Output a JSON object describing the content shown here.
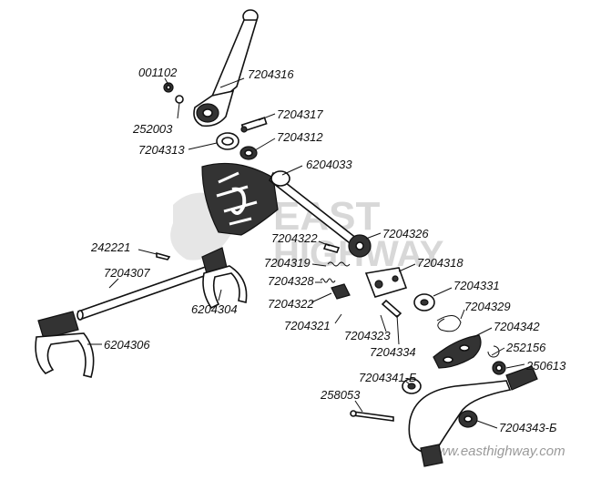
{
  "watermark": {
    "brand_top": "EAST",
    "brand_bottom": "HIGHWAY",
    "url": "www.easthighway.com"
  },
  "parts": {
    "p001102": "001102",
    "p7204316": "7204316",
    "p252003": "252003",
    "p7204317": "7204317",
    "p7204313": "7204313",
    "p7204312": "7204312",
    "p6204033": "6204033",
    "p7204326": "7204326",
    "p7204322a": "7204322",
    "p242221": "242221",
    "p7204319": "7204319",
    "p7204318": "7204318",
    "p7204307": "7204307",
    "p7204328": "7204328",
    "p7204331": "7204331",
    "p7204322b": "7204322",
    "p6204304": "6204304",
    "p7204329": "7204329",
    "p7204321": "7204321",
    "p7204342": "7204342",
    "p7204323": "7204323",
    "p6204306": "6204306",
    "p252156": "252156",
    "p7204334": "7204334",
    "p250613": "250613",
    "p7204341b": "7204341-Б",
    "p258053": "258053",
    "p7204343b": "7204343-Б"
  }
}
